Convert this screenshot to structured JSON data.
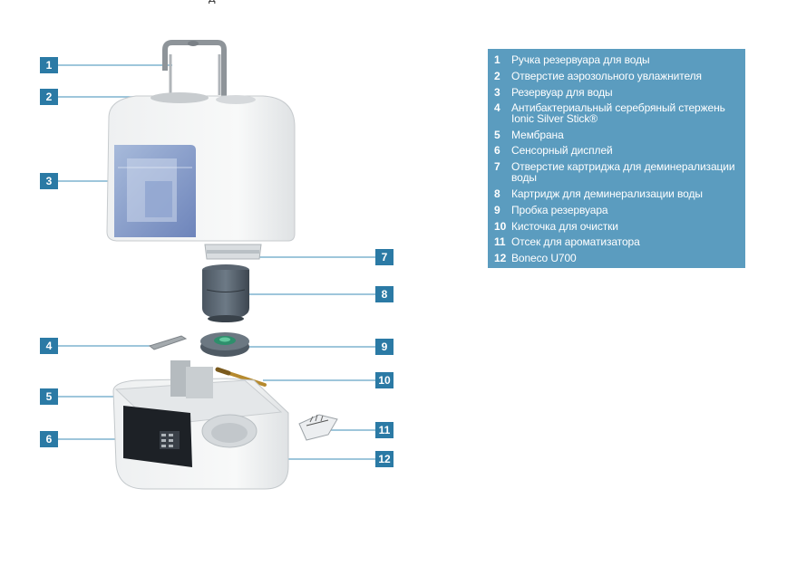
{
  "header_fragment": "д",
  "callouts": [
    "1",
    "2",
    "3",
    "4",
    "5",
    "6",
    "7",
    "8",
    "9",
    "10",
    "11",
    "12"
  ],
  "legend": [
    {
      "num": "1",
      "text": "Ручка резервуара для воды"
    },
    {
      "num": "2",
      "text": "Отверстие аэрозольного увлажнителя"
    },
    {
      "num": "3",
      "text": "Резервуар для воды"
    },
    {
      "num": "4",
      "text": "Антибактериальный серебряный стержень Ionic Silver Stick®"
    },
    {
      "num": "5",
      "text": "Мембрана"
    },
    {
      "num": "6",
      "text": "Сенсорный дисплей"
    },
    {
      "num": "7",
      "text": "Отверстие картриджа для деминерализации воды"
    },
    {
      "num": "8",
      "text": "Картридж для деминерализации воды"
    },
    {
      "num": "9",
      "text": "Пробка резервуара"
    },
    {
      "num": "10",
      "text": "Кисточка для очистки"
    },
    {
      "num": "11",
      "text": "Отсек для ароматизатора"
    },
    {
      "num": "12",
      "text": "Boneco U700"
    }
  ],
  "colors": {
    "callout": "#2b7aa5",
    "legend_bg": "#5b9cbf",
    "leader_line": "#7fb3cf"
  }
}
